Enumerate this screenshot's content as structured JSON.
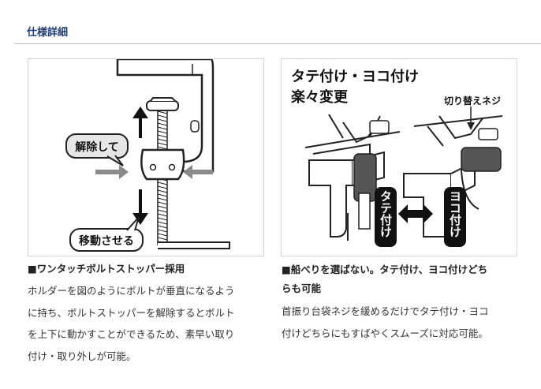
{
  "section": {
    "title": "仕様詳細"
  },
  "feature_left": {
    "heading": "■ワンタッチボルトストッパー採用",
    "body_lines": [
      "ホルダーを図のようにボルトが垂直になるよう",
      "に持ち、ボルトストッパーを解除するとボルト",
      "を上下に動かすことができるため、素早い取り",
      "付け・取り外しが可能。"
    ],
    "diagram_labels": {
      "release": "解除して",
      "move": "移動させる"
    }
  },
  "feature_right": {
    "heading_lines": [
      "■船べりを選ばない。タテ付け、ヨコ付けどち",
      "らも可能"
    ],
    "body_lines": [
      "首振り台袋ネジを緩めるだけでタテ付け・ヨコ",
      "付けどちらにもすばやくスムーズに対応可能。"
    ],
    "diagram_labels": {
      "title_line1": "タテ付け・ヨコ付け",
      "title_line2": "楽々変更",
      "switch_screw": "切り替えネジ",
      "vertical_tag": "タテ付け",
      "horizontal_tag": "ヨコ付け"
    }
  },
  "colors": {
    "title_blue": "#1f3e77",
    "rule": "#b5bcc8",
    "border": "#d4d4d4",
    "ink": "#222222"
  }
}
